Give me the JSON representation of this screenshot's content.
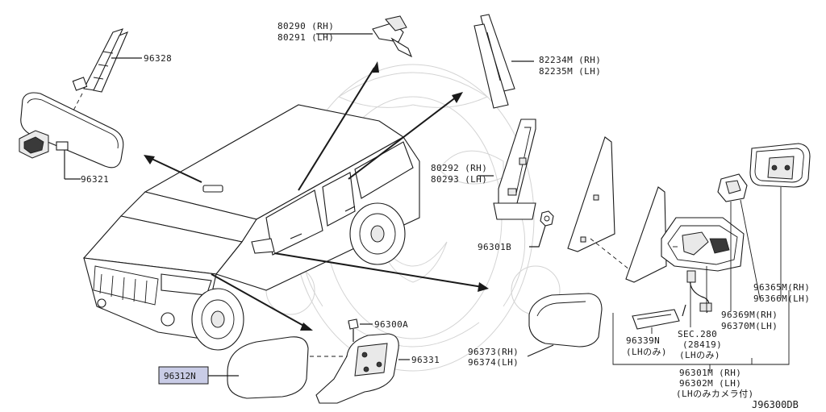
{
  "diagram_code": "J96300DB",
  "highlight_color": "#c9cce6",
  "labels": {
    "p96328": "96328",
    "p96321": "96321",
    "p80290": "80290 (RH)",
    "p80291": "80291 (LH)",
    "p82234m": "82234M (RH)",
    "p82235m": "82235M (LH)",
    "p80292": "80292 (RH)",
    "p80293": "80293 (LH)",
    "p96301b": "96301B",
    "p96365m": "96365M(RH)",
    "p96366m": "96366M(LH)",
    "p96369m": "96369M(RH)",
    "p96370m": "96370M(LH)",
    "p96339n": "96339N",
    "p96339n_note": "(LHのみ)",
    "sec280": "SEC.280",
    "sec280_ref": "(28419)",
    "sec280_note": "(LHのみ)",
    "p96300a": "96300A",
    "p96331": "96331",
    "p96373": "96373(RH)",
    "p96374": "96374(LH)",
    "p96301m": "96301M (RH)",
    "p96302m": "96302M (LH)",
    "p96301m_note": "(LHのみカメラ付)",
    "p96312n": "96312N"
  }
}
